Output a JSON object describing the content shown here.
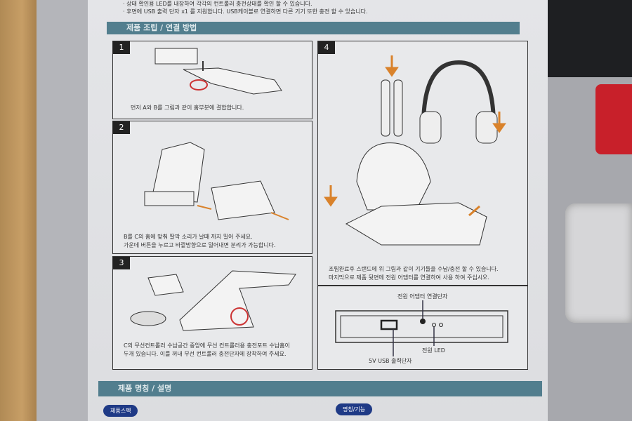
{
  "notes": [
    "· 상태 확인용 LED를 내장하여 각각의 컨트롤러 충전상태를 확인 할 수 있습니다.",
    "· 후면에 USB 출력 단자 x1 를 지원합니다. USB케이블로 연결하면 다른 기기 또한 충전 할 수 있습니다."
  ],
  "section1": "제품 조립 / 연결 방법",
  "steps": [
    {
      "num": "1",
      "caption": [
        "먼저 A와 B를 그림과 같이 홈부분에 결합합니다."
      ]
    },
    {
      "num": "2",
      "caption": [
        "B를 C의 홈에 맞춰 딸깍 소리가 날때 까지 밀어 주세요.",
        "가운데 버튼을 누르고 바깥방향으로 밀어내면 분리가 가능합니다."
      ]
    },
    {
      "num": "3",
      "caption": [
        "C의 무선컨트롤러 수납공간 중앙에 무선 컨트롤러용 충전포트 수납홈이",
        "두개 있습니다. 이를 꺼내 무선 컨트롤러 충전단자에 장착하여 주세요."
      ]
    },
    {
      "num": "4",
      "caption": [
        "조립완료후 스탠드에 위 그림과 같이 기기들을 수납/충전 할 수 있습니다.",
        "마지막으로 제품 뒷면에 전원 어댑터를 연결하여 사용 하여 주십시오."
      ]
    }
  ],
  "rear": {
    "adapter": "전원 어댑터 연결단자",
    "led": "전원 LED",
    "usb": "5V USB 출력단자"
  },
  "section2": "제품 명칭 / 설명",
  "pills": [
    "제품스펙",
    "명칭/기능"
  ],
  "colors": {
    "bar": "#527e8e",
    "pill": "#1f3a86",
    "arrow": "#d9822b"
  }
}
